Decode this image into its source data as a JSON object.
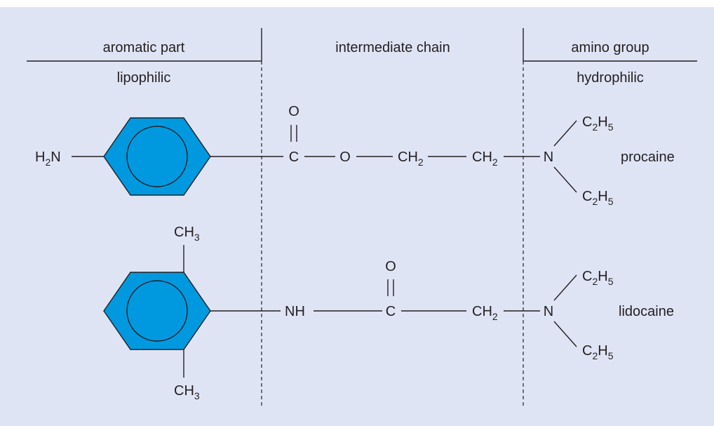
{
  "colors": {
    "background": "#dfe4f5",
    "ring_fill": "#0099e0",
    "line": "#231f20"
  },
  "headers": {
    "aromatic": "aromatic part",
    "intermediate": "intermediate chain",
    "amino": "amino group"
  },
  "subheaders": {
    "lipophilic": "lipophilic",
    "hydrophilic": "hydrophilic"
  },
  "procaine": {
    "name": "procaine",
    "amine_H": "H",
    "amine_sub": "2",
    "amine_N": "N",
    "carbonyl_O": "O",
    "carbonyl_C": "C",
    "ester_O": "O",
    "ch2a_main": "CH",
    "ch2a_sub": "2",
    "ch2b_main": "CH",
    "ch2b_sub": "2",
    "N": "N",
    "ethyl_top_C": "C",
    "ethyl_top_sub1": "2",
    "ethyl_top_H": "H",
    "ethyl_top_sub2": "5",
    "ethyl_bot_C": "C",
    "ethyl_bot_sub1": "2",
    "ethyl_bot_H": "H",
    "ethyl_bot_sub2": "5"
  },
  "lidocaine": {
    "name": "lidocaine",
    "methyl_top_main": "CH",
    "methyl_top_sub": "3",
    "methyl_bot_main": "CH",
    "methyl_bot_sub": "3",
    "NH": "NH",
    "carbonyl_O": "O",
    "carbonyl_C": "C",
    "ch2_main": "CH",
    "ch2_sub": "2",
    "N": "N",
    "ethyl_top_C": "C",
    "ethyl_top_sub1": "2",
    "ethyl_top_H": "H",
    "ethyl_top_sub2": "5",
    "ethyl_bot_C": "C",
    "ethyl_bot_sub1": "2",
    "ethyl_bot_H": "H",
    "ethyl_bot_sub2": "5"
  }
}
